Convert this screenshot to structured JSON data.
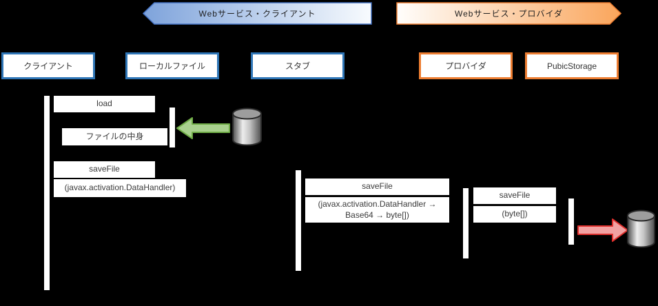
{
  "banners": {
    "client": {
      "label": "Webサービス・クライアント",
      "fill_start": "#7ea3db",
      "fill_end": "#f8fbfe",
      "border": "#4472c4"
    },
    "provider": {
      "label": "Webサービス・プロバイダ",
      "fill_start": "#fffefc",
      "fill_end": "#faa55b",
      "border": "#ed7d31"
    }
  },
  "participants": [
    {
      "label": "クライアント",
      "border_color": "#2e75b6"
    },
    {
      "label": "ローカルファイル",
      "border_color": "#2e75b6"
    },
    {
      "label": "スタブ",
      "border_color": "#2e75b6"
    },
    {
      "label": "プロバイダ",
      "border_color": "#ed7d31"
    },
    {
      "label": "PubicStorage",
      "border_color": "#ed7d31"
    }
  ],
  "messages": {
    "load": "load",
    "file_contents": "ファイルの中身",
    "save_file_1": "saveFile",
    "save_file_1_param": "(javax.activation.DataHandler)",
    "save_file_2": "saveFile",
    "save_file_2_param": "(javax.activation.DataHandler → Base64 → byte[])",
    "save_file_3": "saveFile",
    "save_file_3_param": "(byte[])"
  },
  "icons": {
    "green_arrow": "left-arrow",
    "red_arrow": "right-arrow",
    "left_database": "database-cylinder",
    "right_database": "database-cylinder"
  },
  "colors": {
    "background": "#000000",
    "activation_bar": "#ffffff",
    "message_box_bg": "#ffffff",
    "client_accent": "#2e75b6",
    "provider_accent": "#ed7d31",
    "green_arrow_fill": "#a9d18e",
    "green_arrow_border": "#70ad47",
    "red_arrow_fill": "#f2a2a2",
    "red_arrow_border": "#e0302d"
  }
}
